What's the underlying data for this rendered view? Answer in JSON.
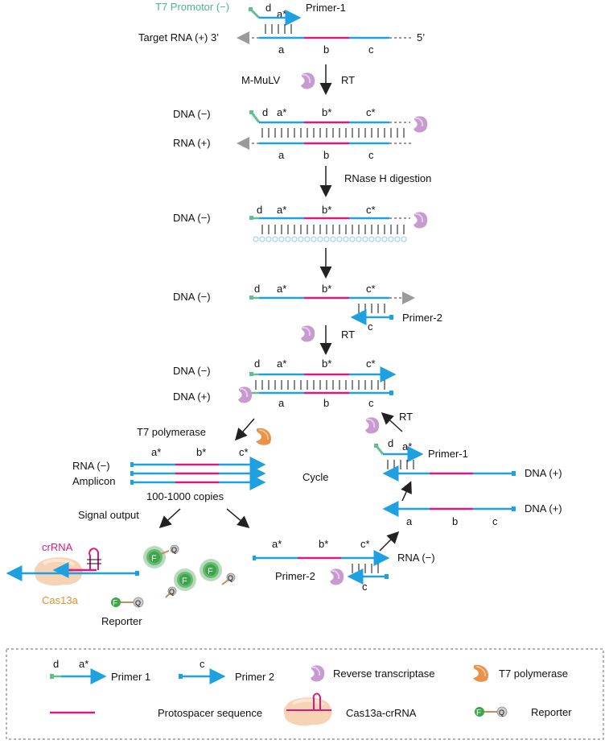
{
  "colors": {
    "blue": "#1fa0e0",
    "magenta": "#d81b7e",
    "green": "#5fbf8f",
    "grey": "#9a9a9a",
    "purple": "#c79bd0",
    "orange": "#e8924a",
    "teal_text": "#4cb58a",
    "orange_text": "#e0902a",
    "pink_text": "#d81b7e",
    "bead": "#a8d4ee"
  },
  "stage1": {
    "t7_promotor": "T7 Promotor (−)",
    "d": "d",
    "a_star": "a*",
    "primer1": "Primer-1",
    "target_rna": "Target RNA (+) 3’",
    "five_prime": "5’",
    "a": "a",
    "b": "b",
    "c": "c"
  },
  "step1": {
    "enzyme": "M-MuLV",
    "process": "RT"
  },
  "stage2": {
    "dna_minus": "DNA (−)",
    "rna_plus": "RNA (+)",
    "d": "d",
    "a_star": "a*",
    "b_star": "b*",
    "c_star": "c*",
    "a": "a",
    "b": "b",
    "c": "c"
  },
  "step2": {
    "process": "RNase H digestion"
  },
  "stage3": {
    "dna_minus": "DNA (−)",
    "d": "d",
    "a_star": "a*",
    "b_star": "b*",
    "c_star": "c*"
  },
  "stage4": {
    "dna_minus": "DNA (−)",
    "d": "d",
    "a_star": "a*",
    "b_star": "b*",
    "c_star": "c*",
    "c": "c",
    "primer2": "Primer-2"
  },
  "step4": {
    "process": "RT"
  },
  "stage5": {
    "dna_minus": "DNA (−)",
    "dna_plus": "DNA (+)",
    "d": "d",
    "a_star": "a*",
    "b_star": "b*",
    "c_star": "c*",
    "a": "a",
    "b": "b",
    "c": "c"
  },
  "amplification": {
    "t7_polymerase": "T7 polymerase",
    "rna_minus": "RNA (−)",
    "amplicon": "Amplicon",
    "a_star": "a*",
    "b_star": "b*",
    "c_star": "c*",
    "copies": "100-1000 copies",
    "cycle": "Cycle",
    "signal_output": "Signal output"
  },
  "cycle_right": {
    "rt": "RT",
    "d": "d",
    "a_star": "a*",
    "primer1": "Primer-1",
    "dna_plus_1": "DNA (+)",
    "dna_plus_2": "DNA (+)",
    "a": "a",
    "b": "b",
    "c": "c"
  },
  "cycle_bottom": {
    "a_star": "a*",
    "b_star": "b*",
    "c_star": "c*",
    "rna_minus": "RNA (−)",
    "primer2": "Primer-2",
    "c": "c"
  },
  "detection": {
    "crrna": "crRNA",
    "cas13a": "Cas13a",
    "reporter": "Reporter",
    "f": "F",
    "q": "Q"
  },
  "legend": {
    "d": "d",
    "a_star": "a*",
    "primer1": "Primer 1",
    "c": "c",
    "primer2": "Primer 2",
    "reverse_transcriptase": "Reverse transcriptase",
    "t7_polymerase": "T7  polymerase",
    "protospacer": "Protospacer sequence",
    "cas13a_crrna": "Cas13a-crRNA",
    "reporter": "Reporter"
  }
}
